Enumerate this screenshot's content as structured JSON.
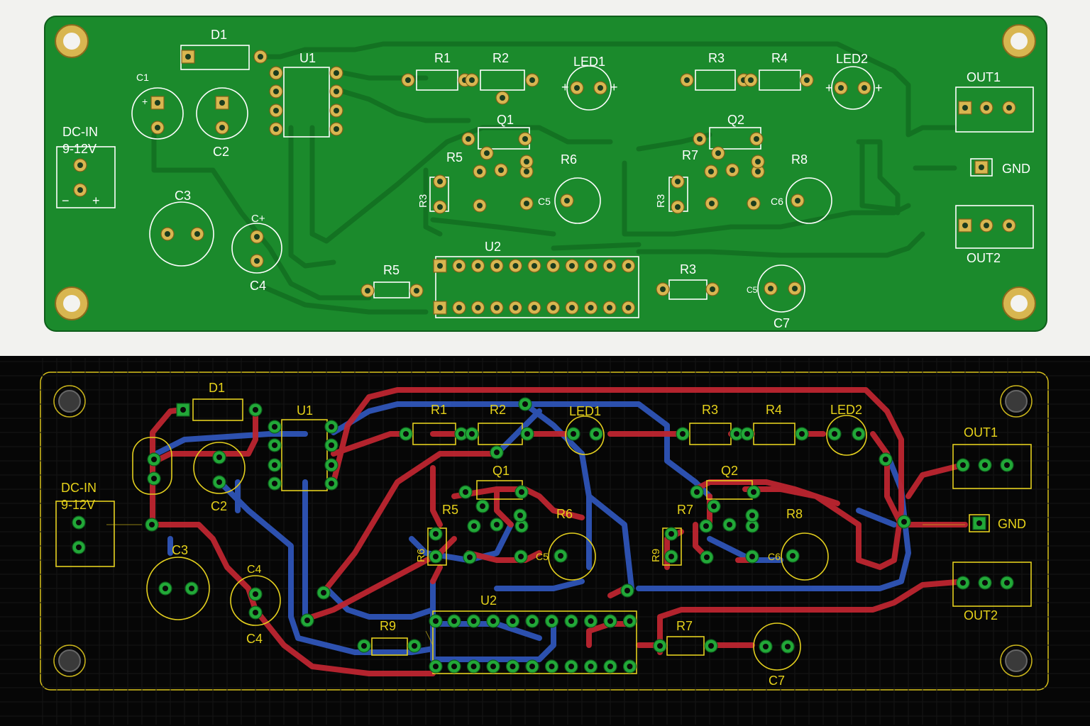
{
  "colors": {
    "board_green": "#1e8a2e",
    "silkscreen": "#ffffff",
    "gold": "#d4b24a",
    "trace_red": "#b8232a",
    "trace_blue": "#2a4fb0",
    "layout_yellow": "#e6d21a",
    "pad_green": "#23b03a",
    "dark_bg": "#060606"
  },
  "top_view": {
    "labels": {
      "d1": "D1",
      "u1": "U1",
      "r1": "R1",
      "r2": "R2",
      "led1": "LED1",
      "r3": "R3",
      "r4": "R4",
      "led2": "LED2",
      "out1": "OUT1",
      "c1": "C1",
      "c2": "C2",
      "dcin": "DC-IN",
      "volt": "9-12V",
      "q1": "Q1",
      "q2": "Q2",
      "r5": "R5",
      "r6": "R6",
      "r7": "R7",
      "r8": "R8",
      "r3b": "R3",
      "r3c": "R3",
      "gnd": "GND",
      "c3": "C3",
      "c4": "C4",
      "c4top": "C+",
      "c5": "C5",
      "c6": "C6",
      "u2": "U2",
      "r5b": "R5",
      "r3d": "R3",
      "c7": "C7",
      "c5b": "C5",
      "out2": "OUT2",
      "plus": "+",
      "minus": "−"
    }
  },
  "bottom_view": {
    "labels": {
      "d1": "D1",
      "u1": "U1",
      "r1": "R1",
      "r2": "R2",
      "led1": "LED1",
      "r3": "R3",
      "r4": "R4",
      "led2": "LED2",
      "out1": "OUT1",
      "c2": "C2",
      "dcin": "DC-IN",
      "volt": "9-12V",
      "q1": "Q1",
      "q2": "Q2",
      "r5": "R5",
      "r6": "R6",
      "r7": "R7",
      "r8": "R8",
      "r6b": "R6",
      "r9b": "R9",
      "gnd": "GND",
      "c3": "C3",
      "c4top": "C4",
      "c4": "C4",
      "c5": "C5",
      "c6": "C6",
      "u2": "U2",
      "r9": "R9",
      "r7b": "R7",
      "c7": "C7",
      "out2": "OUT2"
    }
  }
}
